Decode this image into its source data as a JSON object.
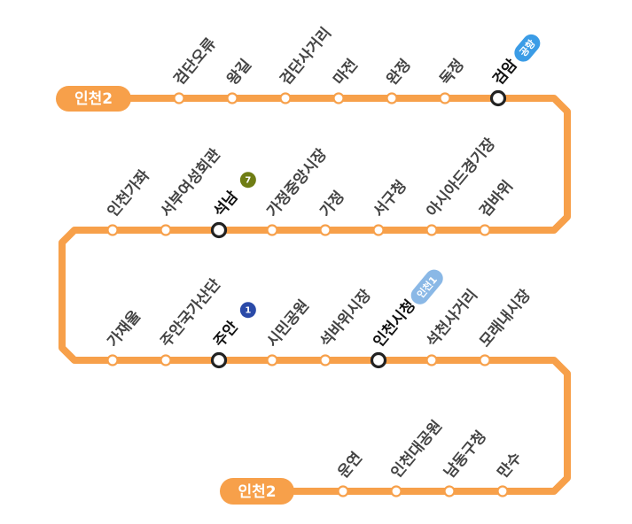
{
  "line": {
    "color": "#f7a04a",
    "terminal_start": "인천2",
    "terminal_end": "인천2"
  },
  "rows": [
    {
      "direction": "left-to-right",
      "stations": [
        {
          "name": "검단오류"
        },
        {
          "name": "왕길"
        },
        {
          "name": "검단사거리"
        },
        {
          "name": "마전"
        },
        {
          "name": "완정"
        },
        {
          "name": "독정"
        },
        {
          "name": "검암",
          "transfer": true,
          "badge": {
            "text": "공항",
            "color": "#3b9ce6",
            "shape": "pill"
          }
        }
      ]
    },
    {
      "direction": "right-to-left",
      "stations": [
        {
          "name": "인천가좌"
        },
        {
          "name": "서부여성회관"
        },
        {
          "name": "석남",
          "transfer": true,
          "badge": {
            "text": "7",
            "color": "#6f7d14",
            "shape": "circle"
          }
        },
        {
          "name": "가정중앙시장"
        },
        {
          "name": "가정"
        },
        {
          "name": "서구청"
        },
        {
          "name": "아시아드경기장"
        },
        {
          "name": "검바위"
        }
      ]
    },
    {
      "direction": "left-to-right",
      "stations": [
        {
          "name": "가재울"
        },
        {
          "name": "주안국가산단"
        },
        {
          "name": "주안",
          "transfer": true,
          "badge": {
            "text": "1",
            "color": "#2a4aa8",
            "shape": "circle"
          }
        },
        {
          "name": "시민공원"
        },
        {
          "name": "석바위시장"
        },
        {
          "name": "인천시청",
          "transfer": true,
          "badge": {
            "text": "인천1",
            "color": "#8ab8e6",
            "shape": "pill"
          }
        },
        {
          "name": "석천사거리"
        },
        {
          "name": "모래내시장"
        }
      ]
    },
    {
      "direction": "right-to-left",
      "stations": [
        {
          "name": "운연"
        },
        {
          "name": "인천대공원"
        },
        {
          "name": "남동구청"
        },
        {
          "name": "만수"
        }
      ]
    }
  ]
}
